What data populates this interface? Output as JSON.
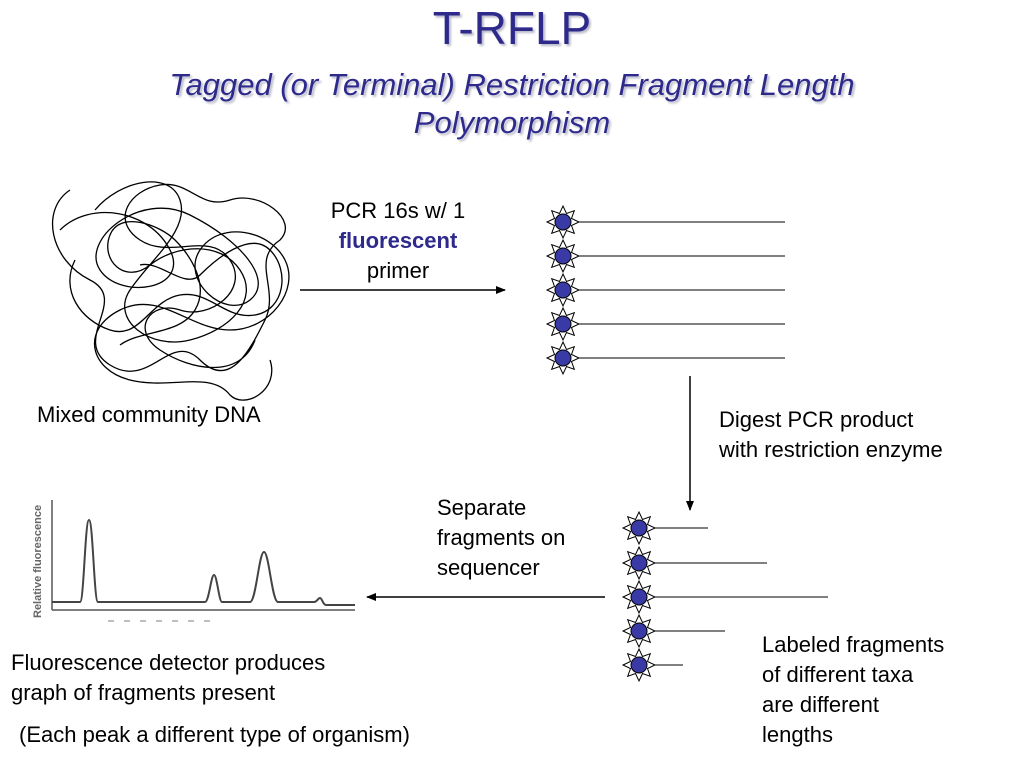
{
  "title": "T-RFLP",
  "subtitle": "Tagged (or Terminal) Restriction Fragment Length Polymorphism",
  "pcr_label": {
    "line1": "PCR 16s w/ 1",
    "line2": "fluorescent",
    "line3": "primer"
  },
  "mixed_dna_label": "Mixed community DNA",
  "digest_label": {
    "line1": "Digest PCR product",
    "line2": "with restriction enzyme"
  },
  "separate_label": {
    "line1": "Separate",
    "line2": "fragments on",
    "line3": "sequencer"
  },
  "detector_label": {
    "line1": "Fluorescence detector produces",
    "line2": "graph of fragments present"
  },
  "peak_note": "(Each peak a different type of organism)",
  "labeled_label": {
    "line1": "Labeled fragments",
    "line2": "of different taxa",
    "line3": "are different",
    "line4": "lengths"
  },
  "graph_ylabel": "Relative fluorescence",
  "colors": {
    "title": "#2e2a8c",
    "star_fill": "#3a3aa6",
    "line": "#000000"
  }
}
